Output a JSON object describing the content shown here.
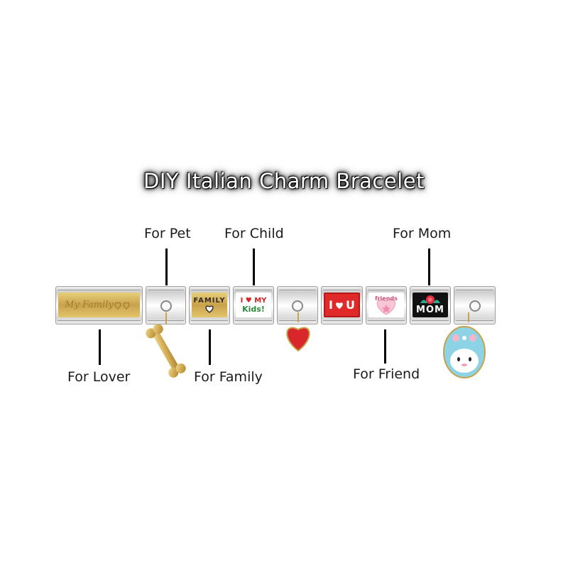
{
  "title": "DIY  Italian  Charm  Bracelet",
  "labels": {
    "pet": "For Pet",
    "child": "For Child",
    "mom": "For Mom",
    "lover": "For Lover",
    "family": "For Family",
    "friend": "For Friend"
  },
  "charms": {
    "lover_text": "My Family",
    "family_text": "FAMILY",
    "kids_line1": "I ♥ MY",
    "kids_line2": "Kids!",
    "iloveu_i": "I",
    "iloveu_u": "U",
    "friends_text": "friends",
    "mom_text": "MOM"
  },
  "colors": {
    "gold": "#c9a24a",
    "red": "#e02a2a",
    "heart_red": "#d9262a",
    "light_blue": "#8dd3e6",
    "black": "#111111"
  },
  "icons": [
    "bone-pendant",
    "heart-pendant",
    "bunny-pendant"
  ]
}
